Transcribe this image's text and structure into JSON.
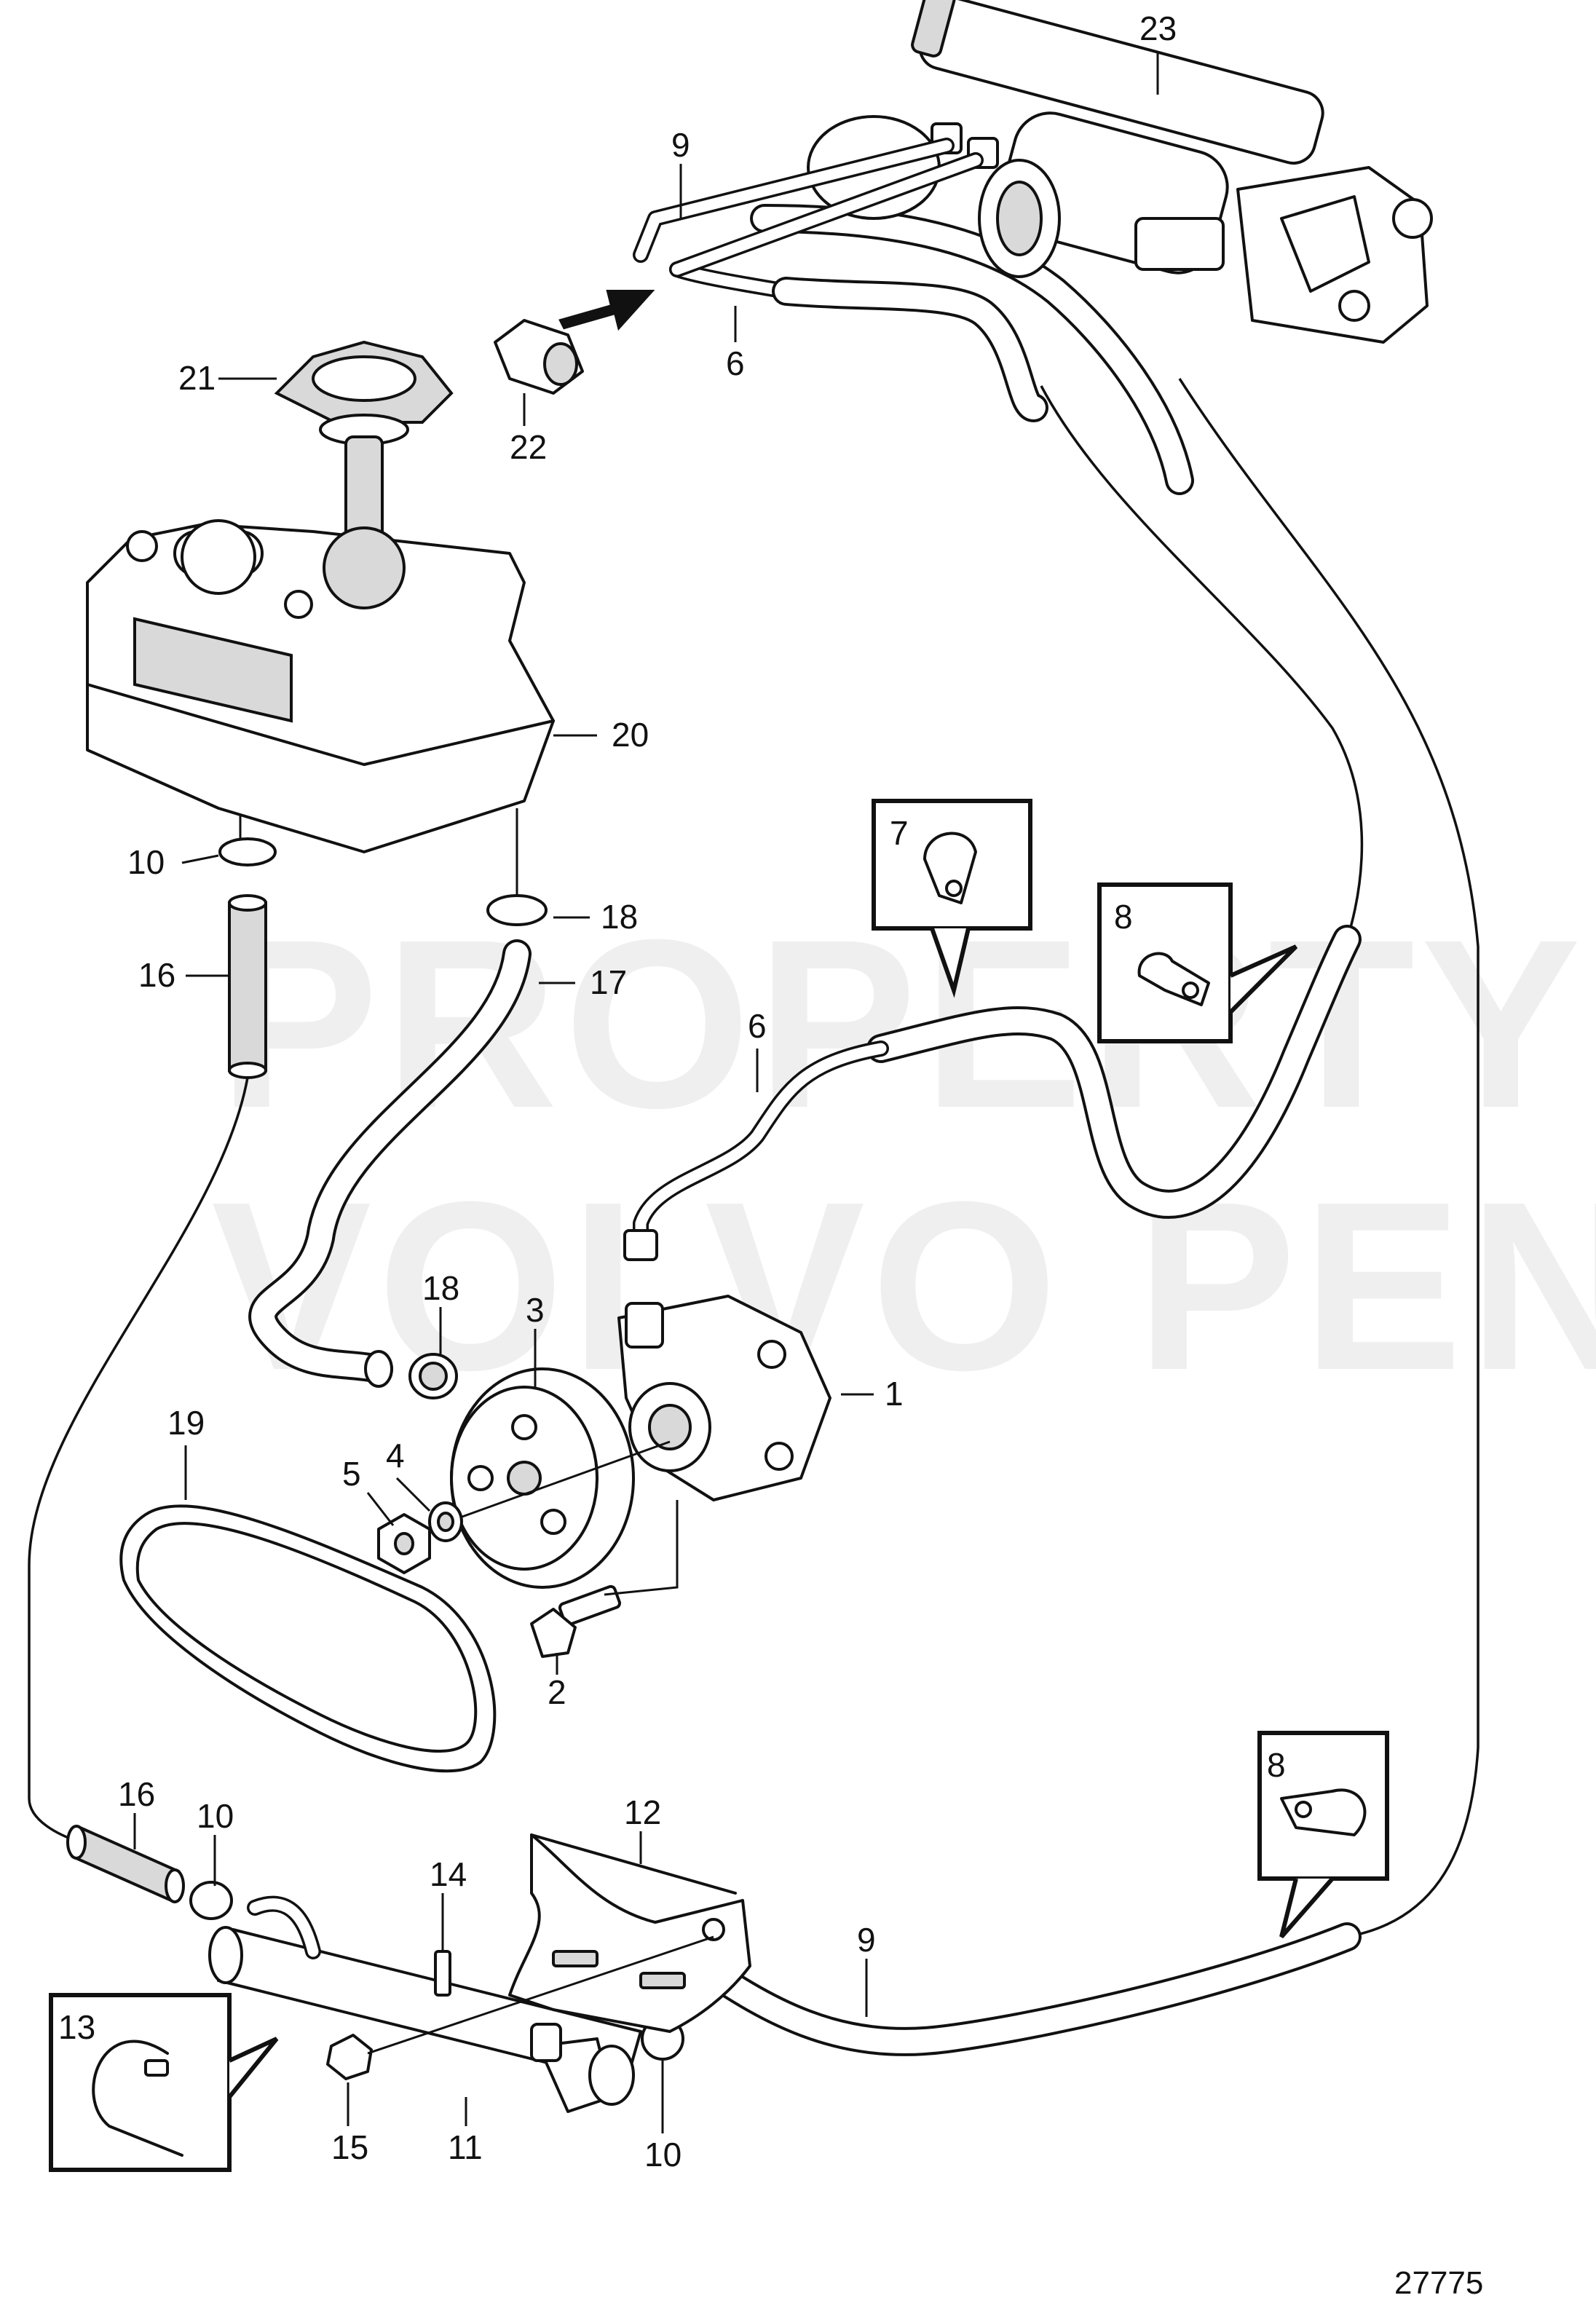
{
  "watermark": {
    "line1": "PROPERTY OF",
    "line2": "VOLVO PENTA"
  },
  "document_number": "27775",
  "callouts": {
    "n23": "23",
    "n9_top": "9",
    "n21": "21",
    "n22": "22",
    "n6_top": "6",
    "n20": "20",
    "n10_a": "10",
    "n18_a": "18",
    "n16_a": "16",
    "n17": "17",
    "n7": "7",
    "n8_a": "8",
    "n6_mid": "6",
    "n18_b": "18",
    "n3": "3",
    "n1": "1",
    "n19": "19",
    "n5": "5",
    "n4": "4",
    "n2": "2",
    "n16_b": "16",
    "n10_b": "10",
    "n12": "12",
    "n14": "14",
    "n13": "13",
    "n15": "15",
    "n11": "11",
    "n10_c": "10",
    "n9_bottom": "9",
    "n8_b": "8"
  },
  "colors": {
    "line": "#111111",
    "background": "#ffffff"
  }
}
